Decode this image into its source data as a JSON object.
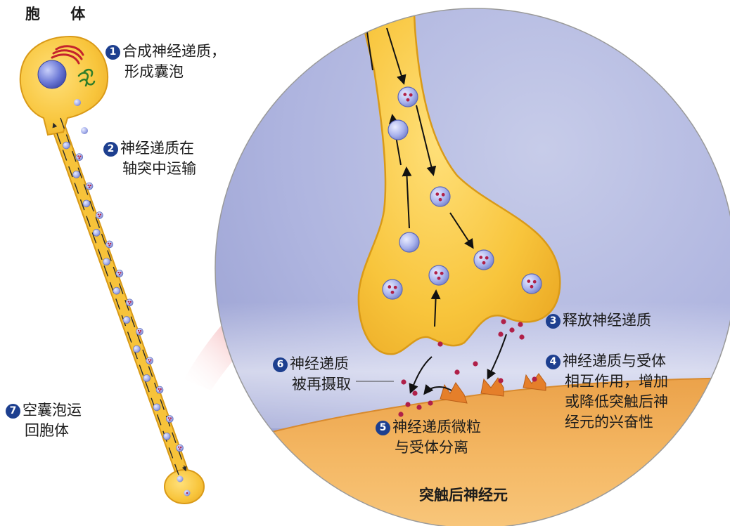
{
  "title_soma": "胞 体",
  "title_postsynaptic": "突触后神经元",
  "steps": [
    {
      "num": "1",
      "lines": [
        "合成神经递质，",
        "形成囊泡"
      ]
    },
    {
      "num": "2",
      "lines": [
        "神经递质在",
        "轴突中运输"
      ]
    },
    {
      "num": "3",
      "lines": [
        "释放神经递质"
      ]
    },
    {
      "num": "4",
      "lines": [
        "神经递质与受体",
        "相互作用，增加",
        "或降低突触后神",
        "经元的兴奋性"
      ]
    },
    {
      "num": "5",
      "lines": [
        "神经递质微粒",
        "与受体分离"
      ]
    },
    {
      "num": "6",
      "lines": [
        "神经递质",
        "被再摄取"
      ]
    },
    {
      "num": "7",
      "lines": [
        "空囊泡运",
        "回胞体"
      ]
    }
  ],
  "colors": {
    "neuron_fill": "#f7c33a",
    "neuron_outline": "#d99a18",
    "circle_background": "#aab0dc",
    "postsynaptic_membrane": "#e99b3e",
    "vesicle": "#9aa6e6",
    "transmitter": "#b02048",
    "step_badge": "#1d3f8f",
    "big_arrow": "#e0242e"
  }
}
